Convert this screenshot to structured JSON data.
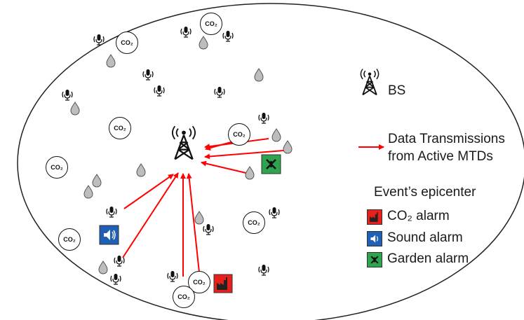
{
  "legend": {
    "bs_label": "BS",
    "transmission_label_line1": "Data Transmissions",
    "transmission_label_line2": "from Active MTDs",
    "epicenter_title": "Event’s epicenter",
    "co2_alarm": "CO₂ alarm",
    "sound_alarm": "Sound alarm",
    "garden_alarm": "Garden alarm"
  },
  "co2_sensor_label": "CO₂",
  "colors": {
    "arrow": "#ff0000",
    "co2_alarm": "#e8201c",
    "sound_alarm": "#1f5fb4",
    "garden_alarm": "#2ea44f",
    "drop": "#bdbdbd"
  },
  "icons": [
    "base-station-icon",
    "microphone-icon",
    "co2-sensor-icon",
    "water-drop-icon",
    "factory-icon",
    "speaker-icon",
    "sprinkler-icon"
  ]
}
